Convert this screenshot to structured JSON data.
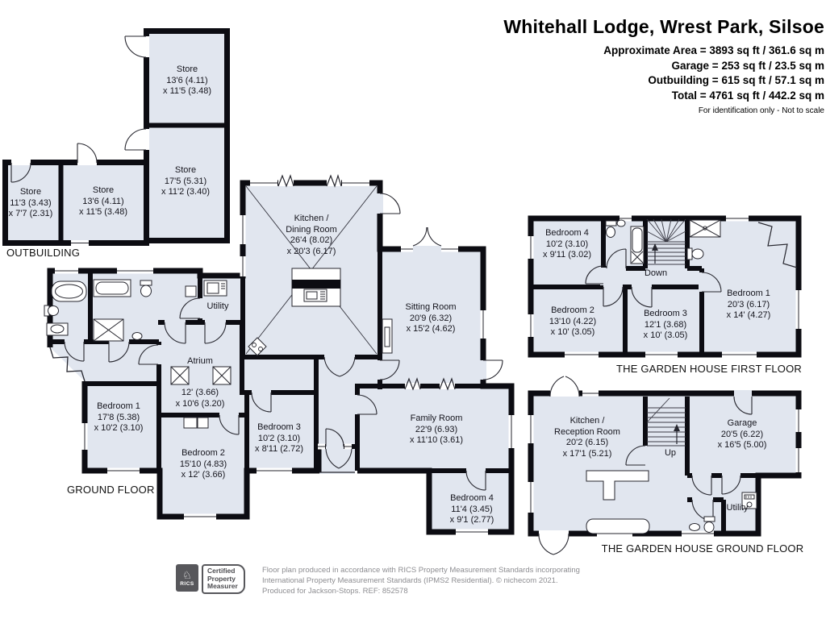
{
  "title_block": {
    "title": "Whitehall Lodge, Wrest Park, Silsoe",
    "lines": [
      "Approximate Area = 3893 sq ft / 361.6 sq m",
      "Garage = 253 sq ft / 23.5 sq m",
      "Outbuilding = 615 sq ft / 57.1 sq m",
      "Total = 4761 sq ft / 442.2 sq m"
    ],
    "note": "For identification only - Not to scale"
  },
  "sections": {
    "outbuilding": "OUTBUILDING",
    "ground_floor": "GROUND FLOOR",
    "garden_house_first": "THE GARDEN HOUSE FIRST FLOOR",
    "garden_house_ground": "THE GARDEN HOUSE GROUND FLOOR"
  },
  "rooms": {
    "ob_store_top": {
      "line1": "Store",
      "line2": "13'6 (4.11)",
      "line3": "x 11'5 (3.48)"
    },
    "ob_store_right": {
      "line1": "Store",
      "line2": "17'5 (5.31)",
      "line3": "x 11'2 (3.40)"
    },
    "ob_store_left": {
      "line1": "Store",
      "line2": "11'3 (3.43)",
      "line3": "x 7'7 (2.31)"
    },
    "ob_store_mid": {
      "line1": "Store",
      "line2": "13'6 (4.11)",
      "line3": "x 11'5 (3.48)"
    },
    "kitchen_dining": {
      "line1": "Kitchen /",
      "line2": "Dining Room",
      "line3": "26'4 (8.02)",
      "line4": "x 20'3 (6.17)"
    },
    "sitting_room": {
      "line1": "Sitting Room",
      "line2": "20'9 (6.32)",
      "line3": "x 15'2 (4.62)"
    },
    "utility_main": {
      "line1": "Utility"
    },
    "atrium": {
      "line1": "Atrium",
      "line2": "12' (3.66)",
      "line3": "x 10'6 (3.20)"
    },
    "bedroom1_main": {
      "line1": "Bedroom 1",
      "line2": "17'8 (5.38)",
      "line3": "x 10'2 (3.10)"
    },
    "bedroom2_main": {
      "line1": "Bedroom 2",
      "line2": "15'10 (4.83)",
      "line3": "x 12' (3.66)"
    },
    "bedroom3_main": {
      "line1": "Bedroom 3",
      "line2": "10'2 (3.10)",
      "line3": "x 8'11 (2.72)"
    },
    "family_room": {
      "line1": "Family Room",
      "line2": "22'9 (6.93)",
      "line3": "x 11'10 (3.61)"
    },
    "bedroom4_main": {
      "line1": "Bedroom 4",
      "line2": "11'4 (3.45)",
      "line3": "x 9'1 (2.77)"
    },
    "gh1_bedroom4": {
      "line1": "Bedroom 4",
      "line2": "10'2 (3.10)",
      "line3": "x 9'11 (3.02)"
    },
    "gh1_bedroom2": {
      "line1": "Bedroom 2",
      "line2": "13'10 (4.22)",
      "line3": "x 10' (3.05)"
    },
    "gh1_bedroom3": {
      "line1": "Bedroom 3",
      "line2": "12'1 (3.68)",
      "line3": "x 10' (3.05)"
    },
    "gh1_bedroom1": {
      "line1": "Bedroom 1",
      "line2": "20'3 (6.17)",
      "line3": "x 14' (4.27)"
    },
    "gh0_kitchen_reception": {
      "line1": "Kitchen /",
      "line2": "Reception Room",
      "line3": "20'2 (6.15)",
      "line4": "x 17'1 (5.21)"
    },
    "gh0_garage": {
      "line1": "Garage",
      "line2": "20'5 (6.22)",
      "line3": "x 16'5 (5.00)"
    },
    "gh0_utility": {
      "line1": "Utility"
    }
  },
  "stairs": {
    "down": "Down",
    "up": "Up"
  },
  "footer": {
    "rics": "RICS",
    "rics_icon": "lion-crest-icon",
    "cert": [
      "Certified",
      "Property",
      "Measurer"
    ],
    "disclaimer": [
      "Floor plan produced in accordance with RICS Property Measurement Standards incorporating",
      "International Property Measurement Standards (IPMS2 Residential).  © nichecom 2021.",
      "Produced for Jackson-Stops.   REF: 852578"
    ]
  },
  "colors": {
    "room_fill": "#e1e6ef",
    "wall": "#0c0c12",
    "text": "#15151d",
    "muted_text": "#8d8d91",
    "badge_gray": "#57575b"
  }
}
